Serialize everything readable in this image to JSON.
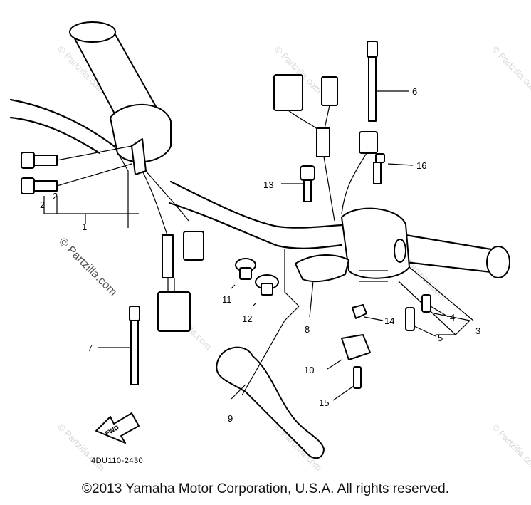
{
  "callouts": {
    "n1": "1",
    "n2a": "2",
    "n2b": "2",
    "n3": "3",
    "n4": "4",
    "n5": "5",
    "n6": "6",
    "n7": "7",
    "n8": "8",
    "n9": "9",
    "n10": "10",
    "n11": "11",
    "n12": "12",
    "n13": "13",
    "n14": "14",
    "n15": "15",
    "n16": "16"
  },
  "diagram_code": "4DU110-2430",
  "fwd_label": "FWD",
  "watermark": "© Partzilla.com",
  "copyright": "©2013  Yamaha Motor Corporation, U.S.A. All rights reserved."
}
